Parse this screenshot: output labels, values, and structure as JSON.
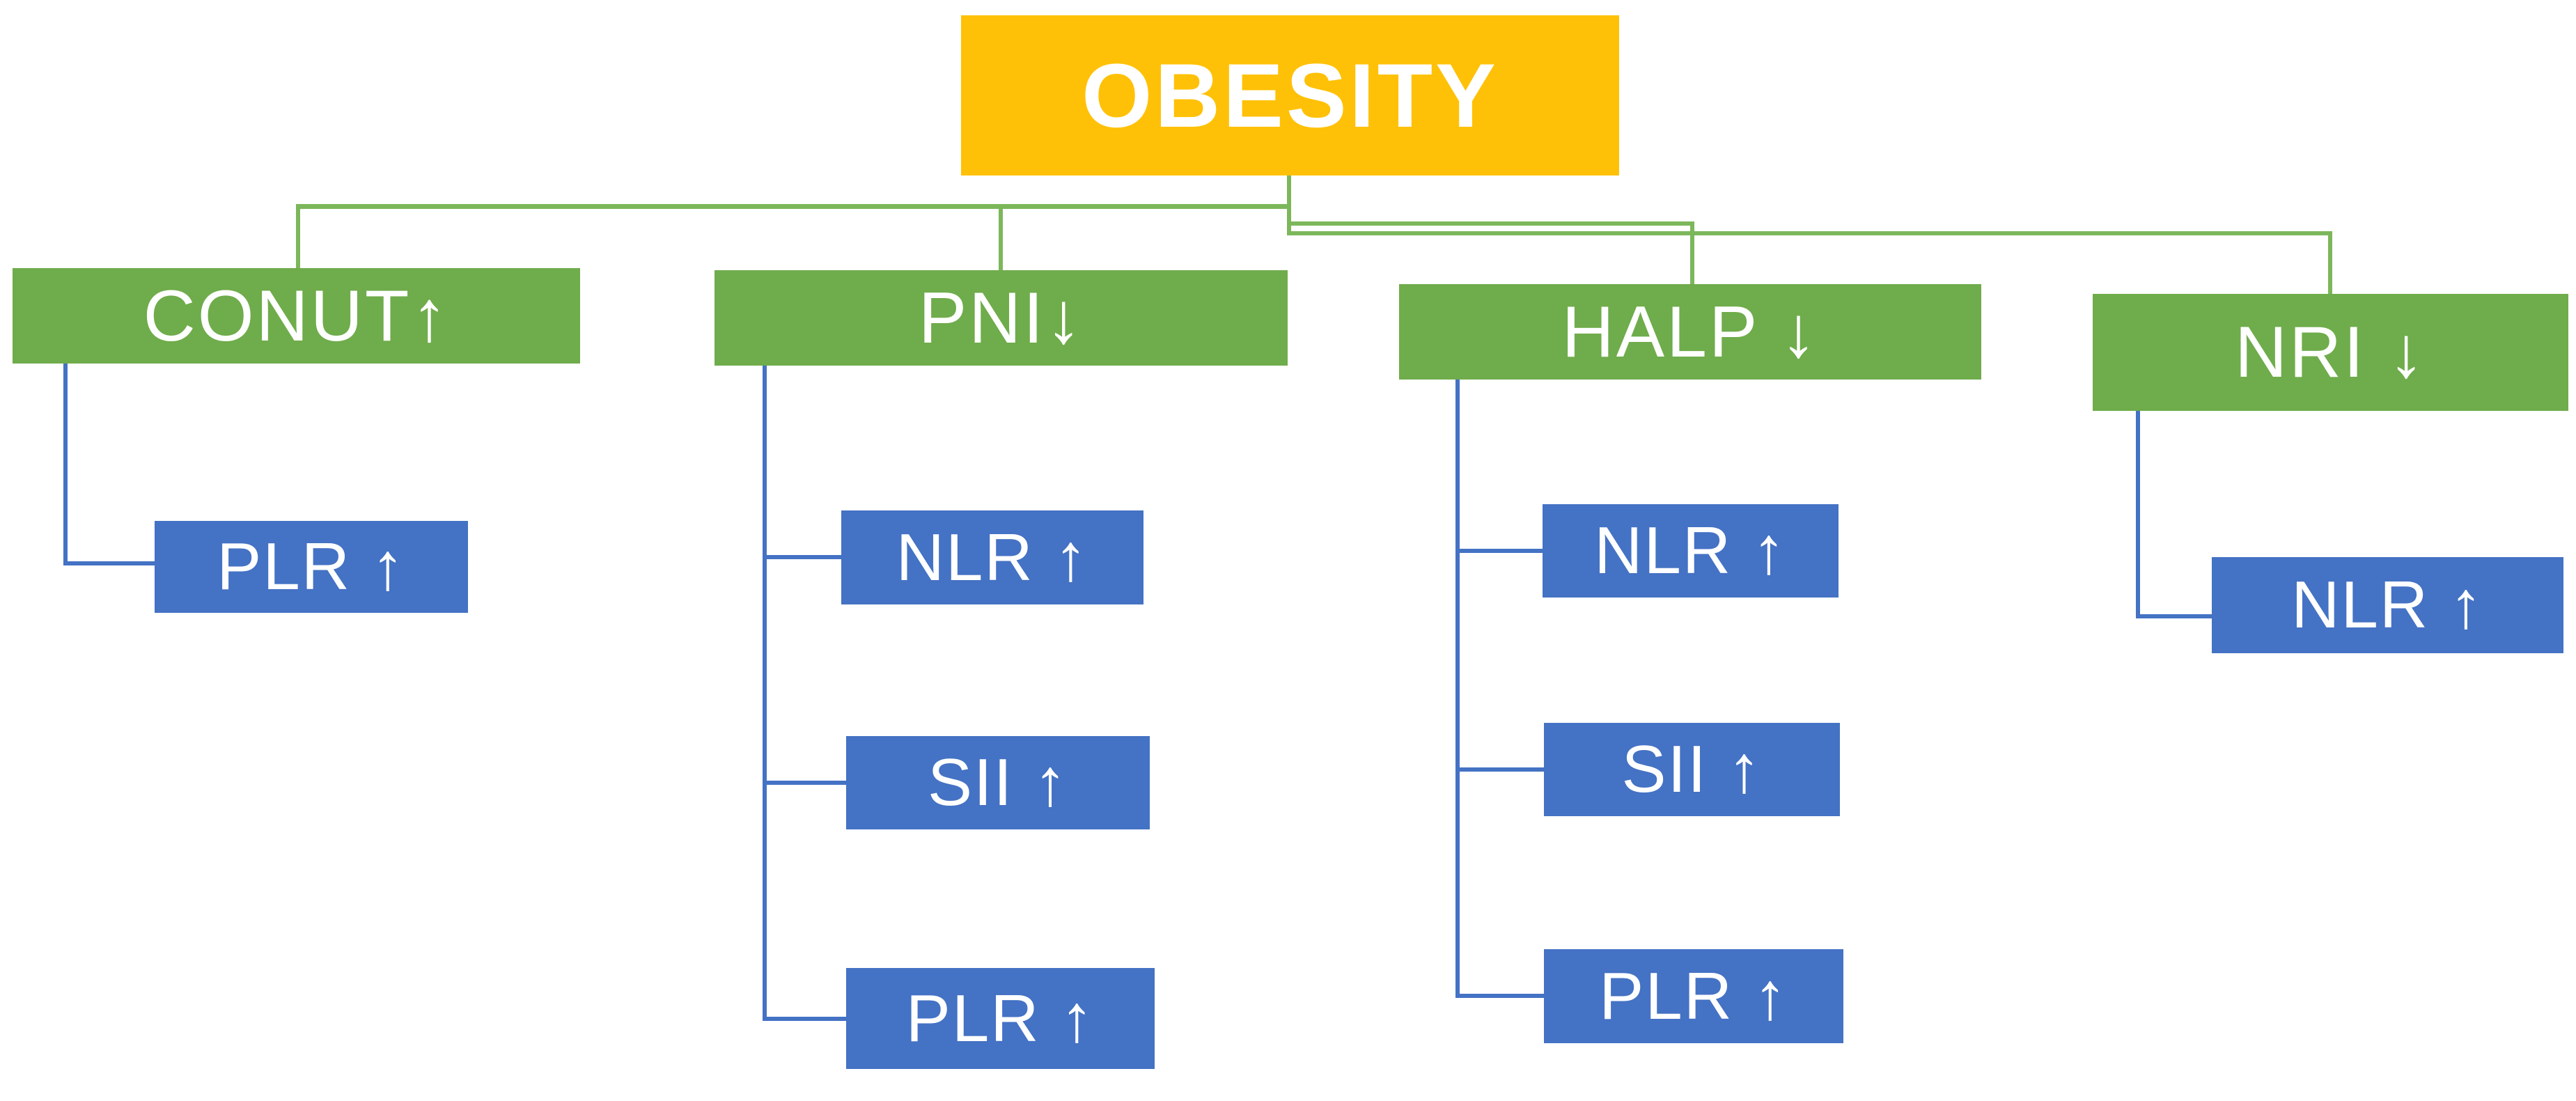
{
  "figure": {
    "type": "hierarchy-diagram",
    "description": "Flow diagram linking obesity to nutritional-risk indexes and inflammatory blood-cell ratio markers"
  },
  "colors": {
    "root_bg": "#FFC107",
    "index_bg": "#6FAC4B",
    "marker_bg": "#4472C4",
    "green_line": "#7CB75B",
    "blue_line": "#4472C4",
    "text": "#FFFFFF",
    "page_bg": "#FFFFFF"
  },
  "root": {
    "label": "OBESITY"
  },
  "branches": [
    {
      "id": "conut",
      "label": "CONUT↑",
      "children": [
        {
          "label": "PLR ↑"
        }
      ]
    },
    {
      "id": "pni",
      "label": "PNI↓",
      "children": [
        {
          "label": "NLR ↑"
        },
        {
          "label": "SII ↑"
        },
        {
          "label": "PLR ↑"
        }
      ]
    },
    {
      "id": "halp",
      "label": "HALP ↓",
      "children": [
        {
          "label": "NLR ↑"
        },
        {
          "label": "SII ↑"
        },
        {
          "label": "PLR ↑"
        }
      ]
    },
    {
      "id": "nri",
      "label": "NRI ↓",
      "children": [
        {
          "label": "NLR ↑"
        }
      ]
    }
  ]
}
